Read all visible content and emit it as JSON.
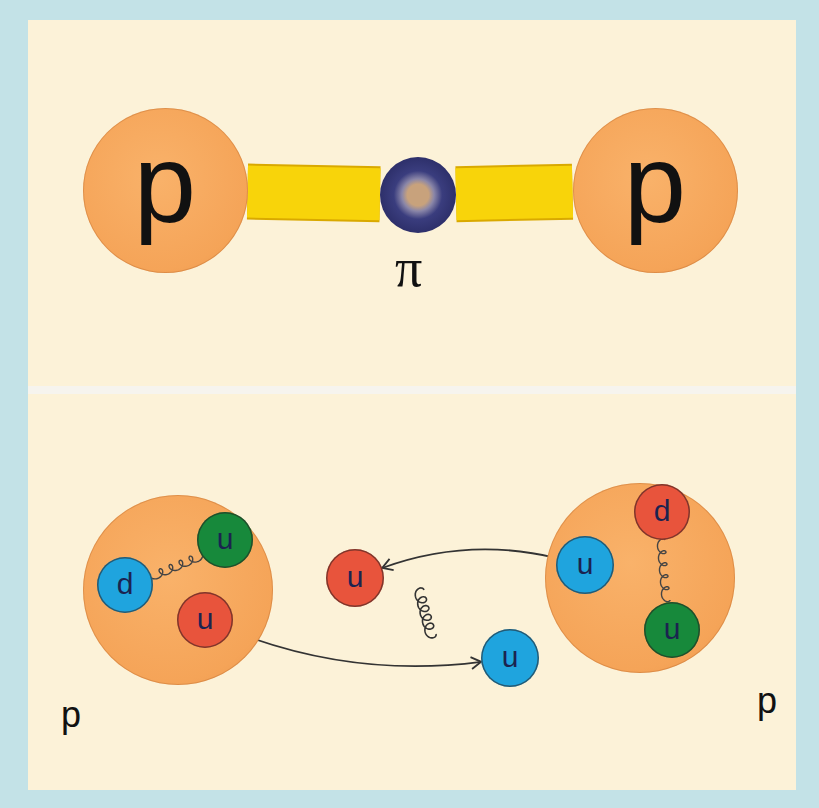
{
  "diagram": {
    "nodes": [
      {
        "text": [
          "p"
        ]
      },
      {
        "text": [
          "π"
        ]
      },
      {
        "text": [
          "p"
        ]
      },
      {
        "text": [
          "p"
        ]
      },
      {
        "text": [
          "u"
        ],
        "in": 3
      },
      {
        "text": [
          "d"
        ],
        "in": 3
      },
      {
        "text": [
          "u"
        ],
        "in": 3
      },
      {
        "text": [
          "u"
        ]
      },
      {
        "text": [
          "p"
        ]
      },
      {
        "text": [
          "d"
        ],
        "in": 8
      },
      {
        "text": [
          "u"
        ],
        "in": 8
      },
      {
        "text": [
          "u"
        ],
        "in": 8
      },
      {
        "text": [
          "u"
        ]
      }
    ],
    "edges": [
      {
        "from": 0,
        "to": 1,
        "arrow": "none"
      },
      {
        "from": 1,
        "to": 2,
        "arrow": "none"
      },
      {
        "from": 6,
        "to": 12,
        "arrow": "to"
      },
      {
        "from": 10,
        "to": 7,
        "arrow": "to"
      }
    ]
  }
}
